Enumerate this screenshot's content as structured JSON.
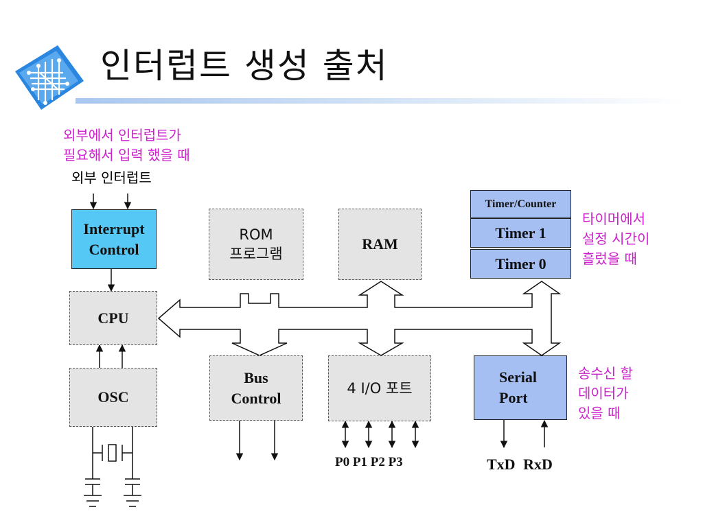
{
  "title": "인터럽트 생성 출처",
  "notes": {
    "external_line1": "외부에서 인터럽트가",
    "external_line2": "필요해서 입력 했을 때",
    "external_label": "외부 인터럽트",
    "timer_line1": "타이머에서",
    "timer_line2": "설정 시간이",
    "timer_line3": "흘렀을 때",
    "serial_line1": "송수신 할",
    "serial_line2": "데이터가",
    "serial_line3": "있을 때"
  },
  "blocks": {
    "interrupt_control": [
      "Interrupt",
      "Control"
    ],
    "rom": [
      "ROM",
      "프로그램"
    ],
    "ram": "RAM",
    "timer_counter": "Timer/Counter",
    "timer1": "Timer 1",
    "timer0": "Timer 0",
    "cpu": "CPU",
    "osc": "OSC",
    "bus_control": [
      "Bus",
      "Control"
    ],
    "io": "4 I/O 포트",
    "serial_port": [
      "Serial",
      "Port"
    ]
  },
  "io_ports": [
    "P0",
    "P1",
    "P2",
    "P3"
  ],
  "serial_pins": [
    "TxD",
    "RxD"
  ],
  "colors": {
    "accent_pink": "#cc22cc",
    "interrupt_fill": "#55c8f5",
    "timer_fill": "#a6bff2",
    "dashed_fill": "#e4e4e4"
  }
}
